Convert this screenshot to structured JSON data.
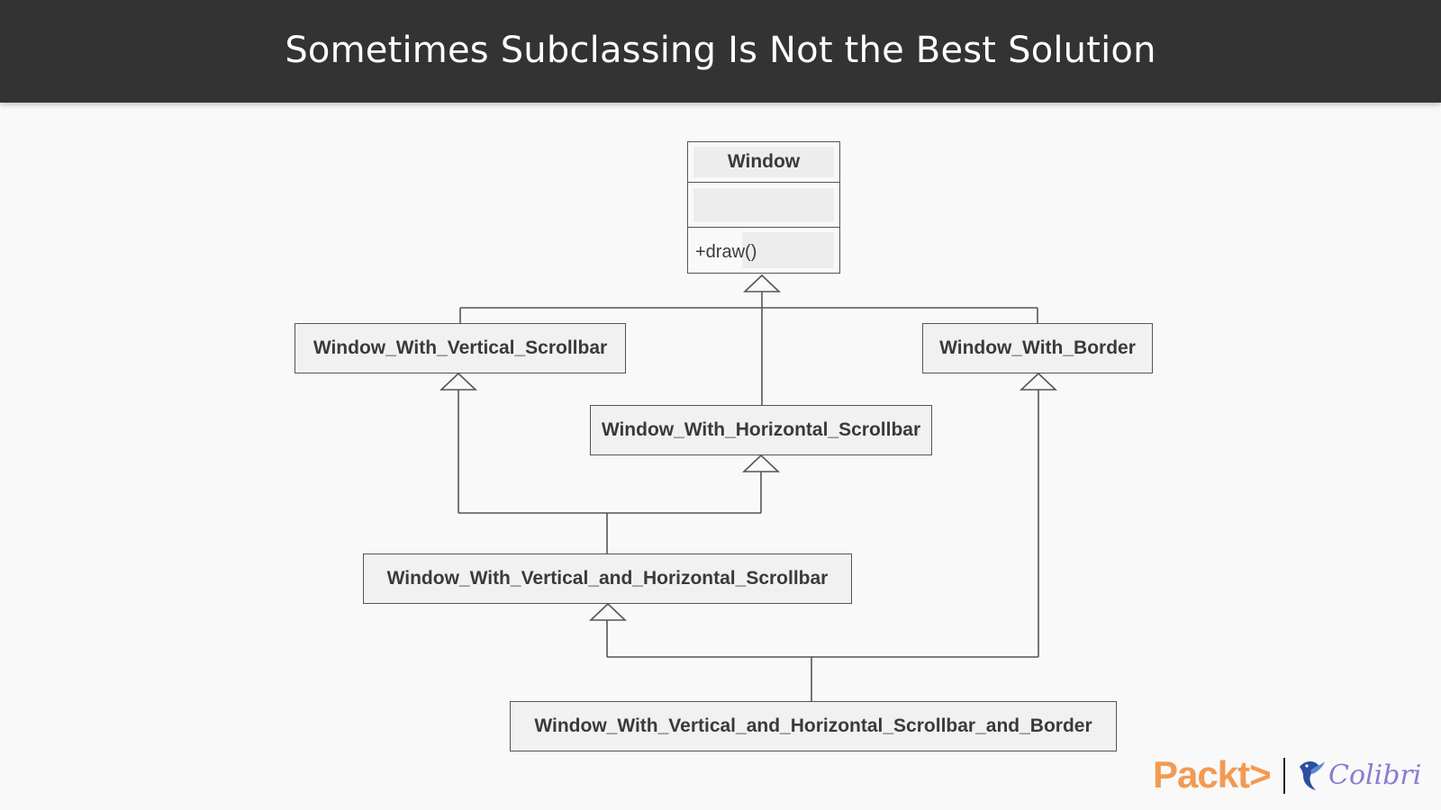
{
  "slide": {
    "title": "Sometimes Subclassing Is Not the Best Solution"
  },
  "diagram": {
    "root": {
      "name": "Window",
      "attributes": "",
      "method": "+draw()"
    },
    "classes": {
      "vertical": "Window_With_Vertical_Scrollbar",
      "border": "Window_With_Border",
      "horizontal": "Window_With_Horizontal_Scrollbar",
      "vertical_horizontal": "Window_With_Vertical_and_Horizontal_Scrollbar",
      "vertical_horizontal_border": "Window_With_Vertical_and_Horizontal_Scrollbar_and_Border"
    },
    "colors": {
      "line": "#555555",
      "box_fill": "#f1f1f1",
      "text": "#3a3a3a"
    }
  },
  "branding": {
    "packt": "Packt>",
    "colibri": "Colibri",
    "packt_color": "#f39a52",
    "colibri_color": "#8a7bd0"
  }
}
